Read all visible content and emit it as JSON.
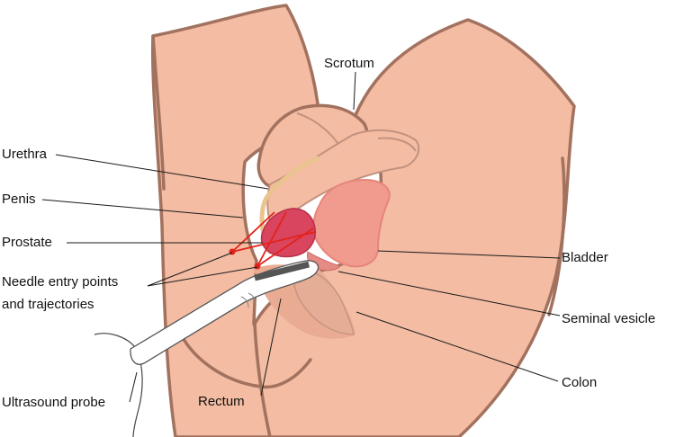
{
  "colors": {
    "skin": "#f3bca3",
    "skin_shadow": "#e5a98f",
    "skin_edge": "#a2725f",
    "bladder": "#f19a8e",
    "prostate": "#d9445e",
    "urethra": "#e9c48e",
    "needle": "#e2231a",
    "probe_body": "#ffffff",
    "probe_tip": "#555555"
  },
  "labels": {
    "scrotum": "Scrotum",
    "urethra": "Urethra",
    "penis": "Penis",
    "prostate": "Prostate",
    "needle_line1": "Needle entry points",
    "needle_line2": "and trajectories",
    "bladder": "Bladder",
    "seminal_vesicle": "Seminal vesicle",
    "colon": "Colon",
    "rectum": "Rectum",
    "ultrasound_probe": "Ultrasound probe"
  }
}
